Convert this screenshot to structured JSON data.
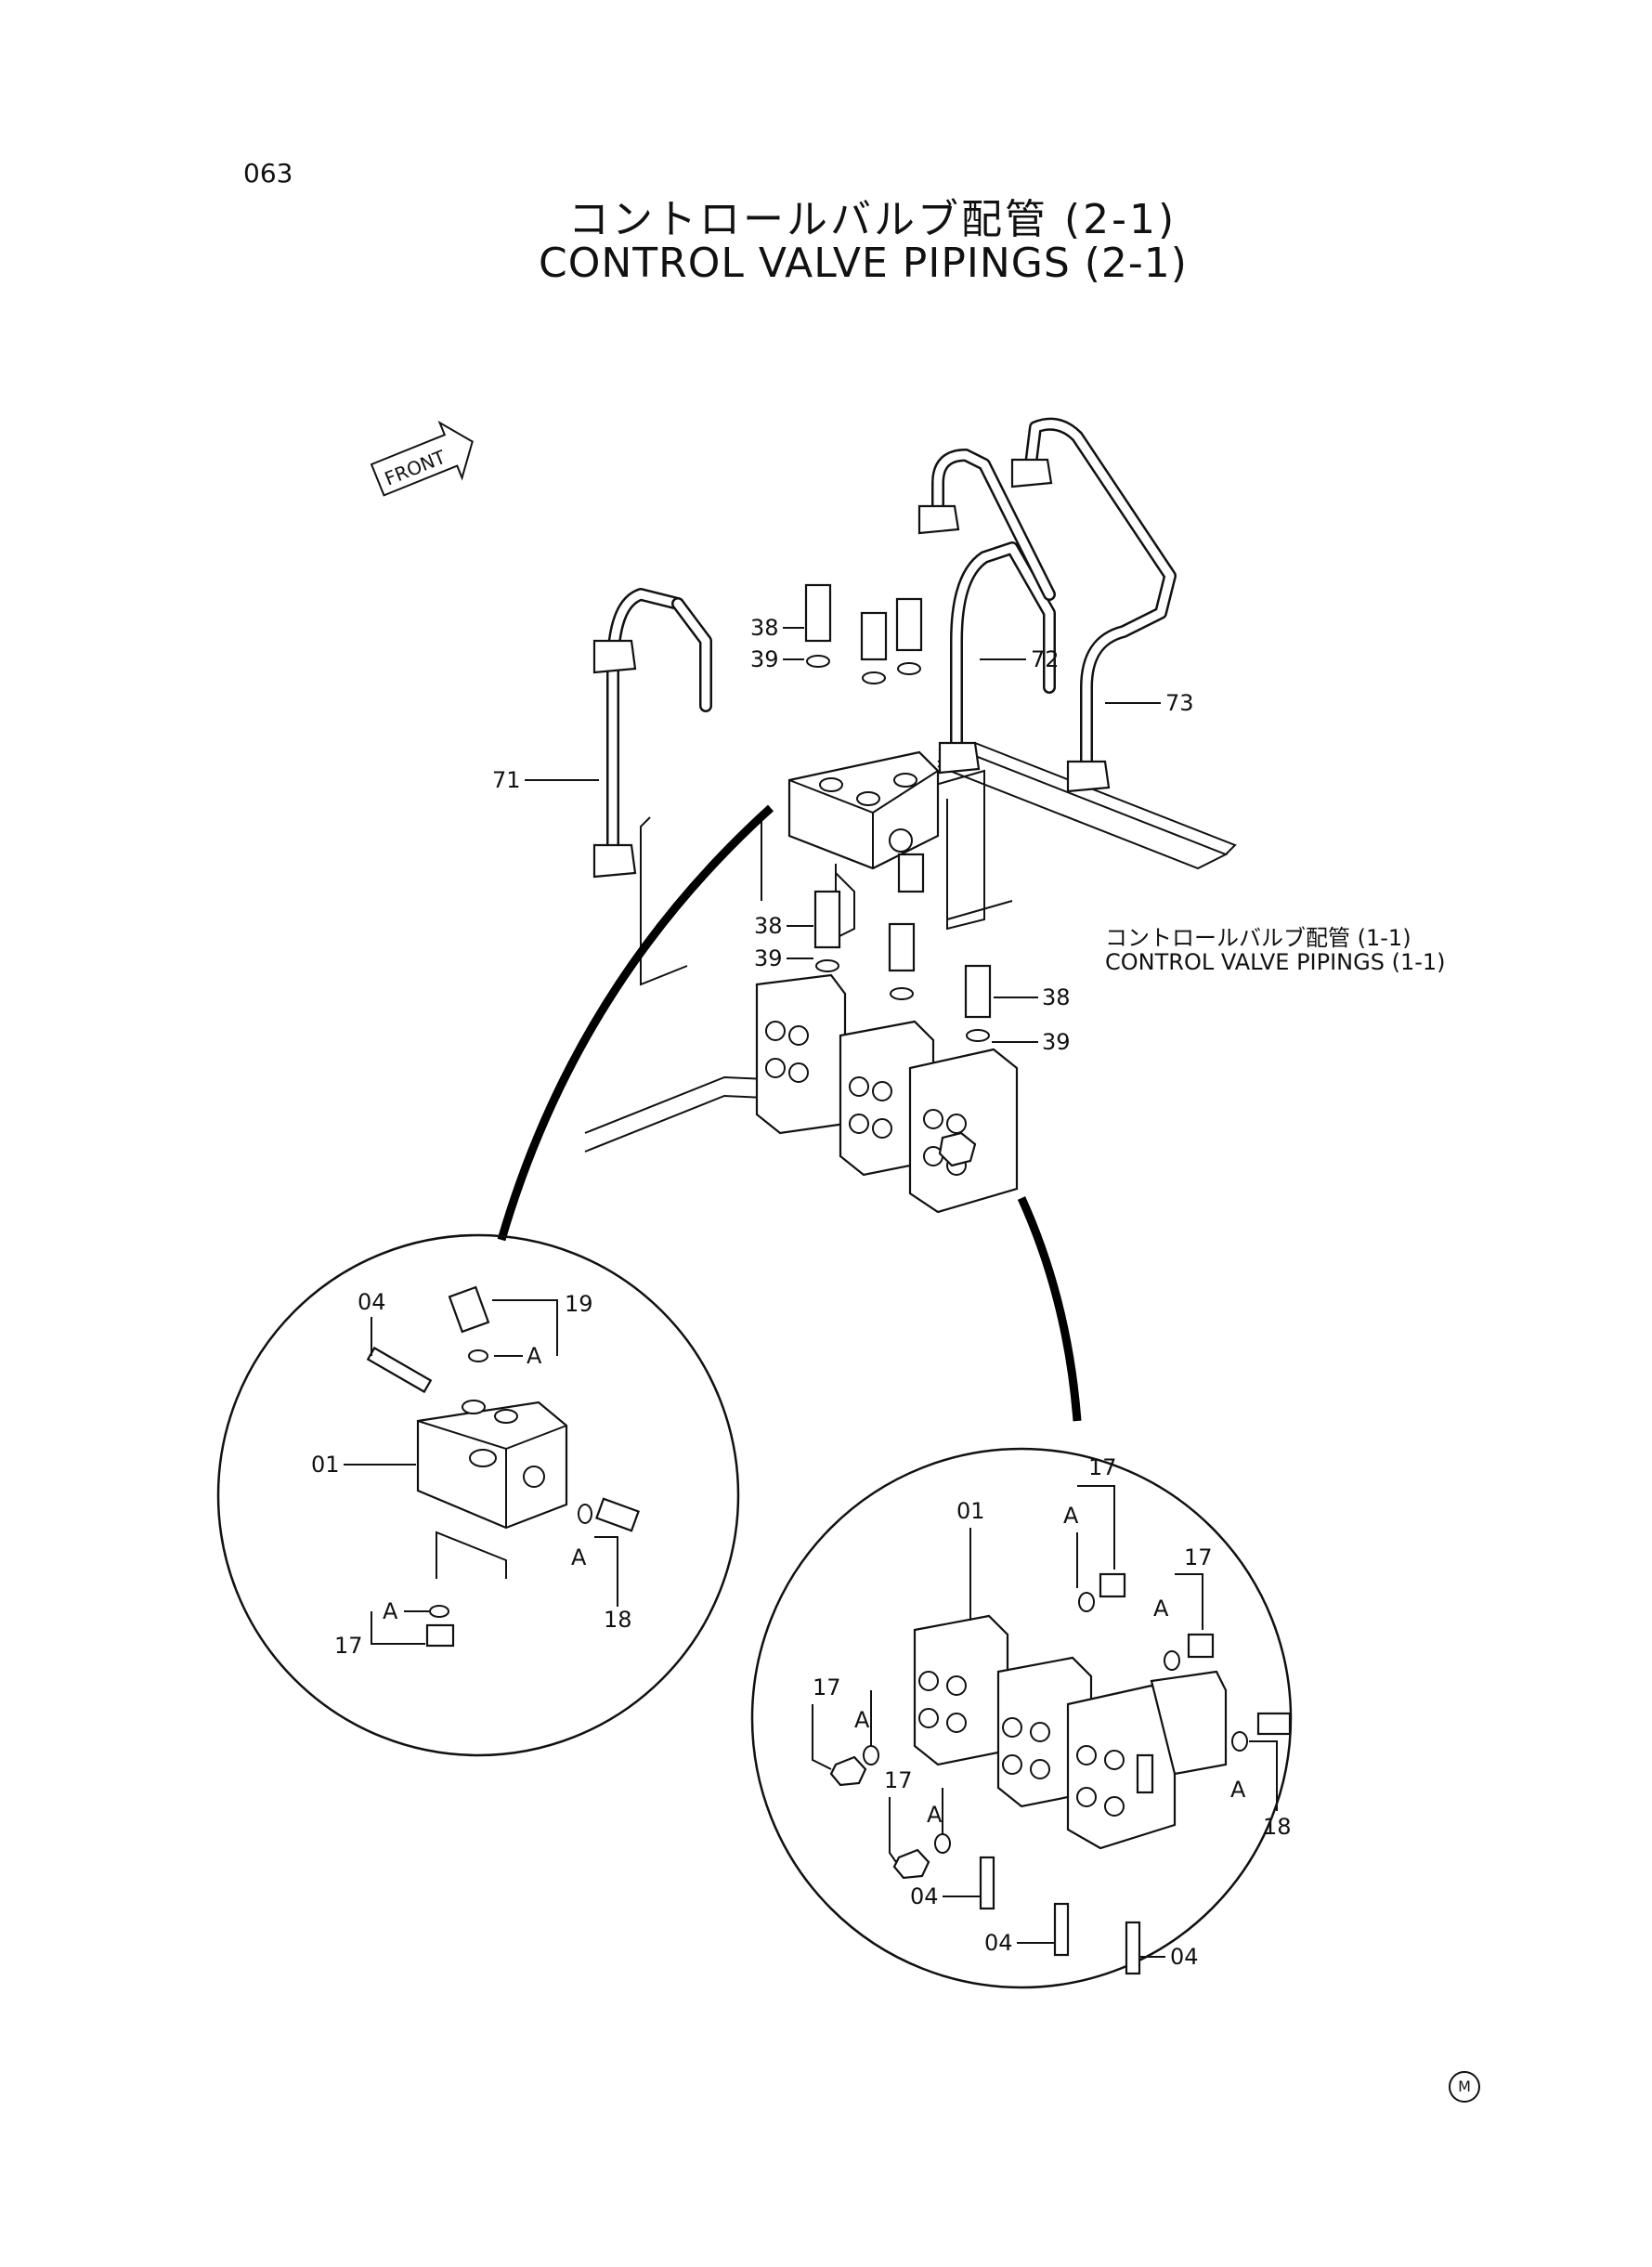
{
  "page": {
    "number": "063"
  },
  "title": {
    "jp": "コントロールバルブ配管 (2-1)",
    "en": "CONTROL VALVE PIPINGS (2-1)"
  },
  "front_label": "FRONT",
  "reference": {
    "jp": "コントロールバルブ配管 (1-1)",
    "en": "CONTROL VALVE PIPINGS (1-1)"
  },
  "mark": "M",
  "labels": {
    "p38": "38",
    "p39": "39",
    "p71": "71",
    "p72": "72",
    "p73": "73",
    "p04": "04",
    "p01": "01",
    "p19": "19",
    "p18": "18",
    "p17": "17",
    "pA": "A"
  }
}
